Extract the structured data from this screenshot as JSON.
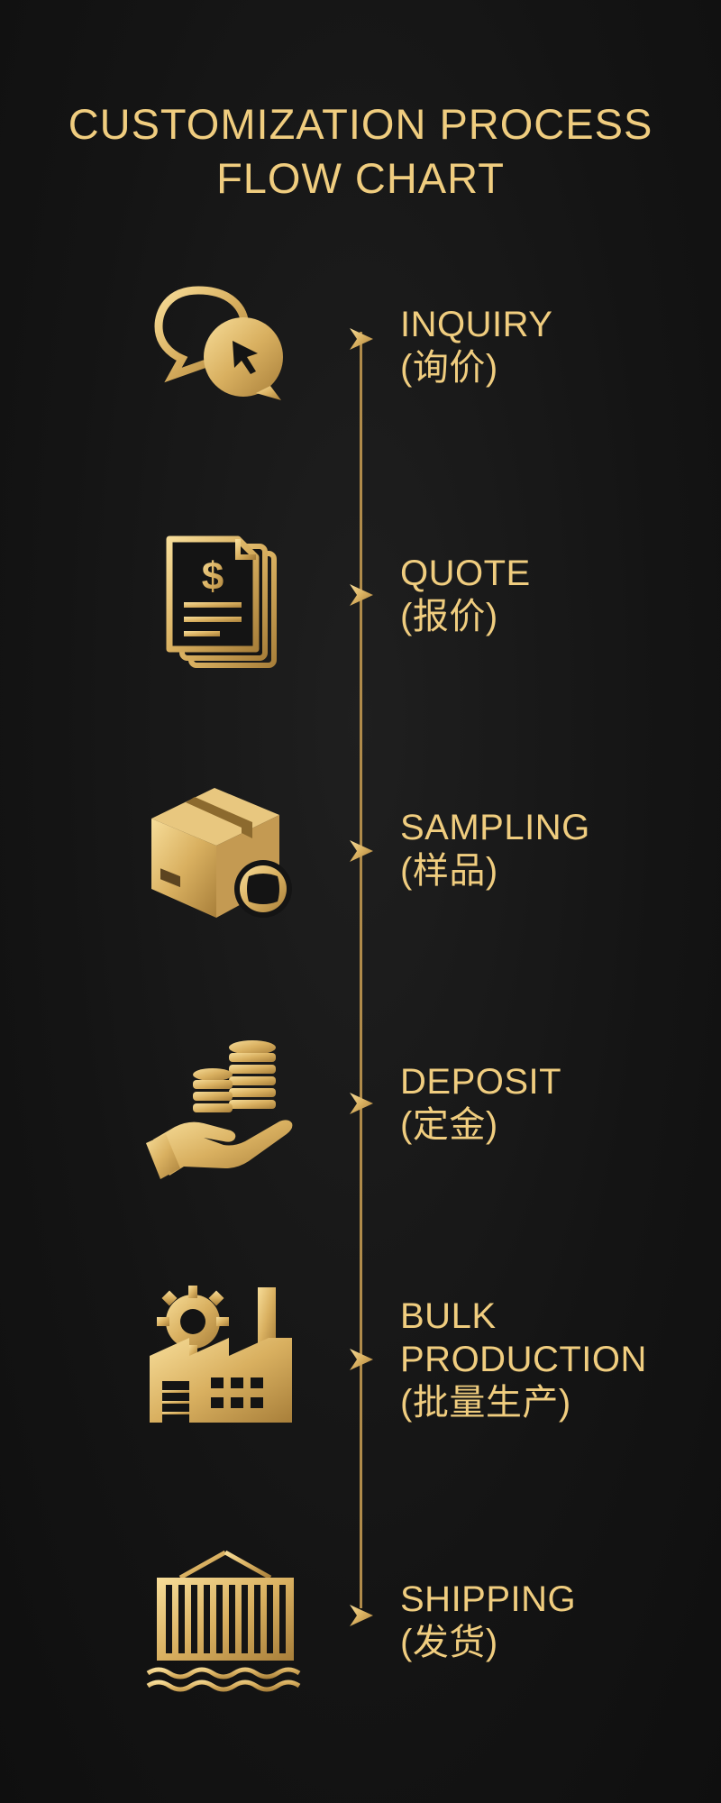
{
  "title": {
    "line1": "CUSTOMIZATION PROCESS",
    "line2": "FLOW CHART"
  },
  "colors": {
    "background": "#141414",
    "gold": "#f0cd7f",
    "gold_dark": "#b08b4a",
    "line": "#b08b4a"
  },
  "steps": [
    {
      "lines": [
        "INQUIRY",
        "(询价)"
      ],
      "icon": "chat-bubbles-cursor-icon"
    },
    {
      "lines": [
        "QUOTE",
        "(报价)"
      ],
      "icon": "quote-document-icon"
    },
    {
      "lines": [
        "SAMPLING",
        "(样品)"
      ],
      "icon": "sample-box-icon"
    },
    {
      "lines": [
        "DEPOSIT",
        "(定金)"
      ],
      "icon": "coins-hand-icon"
    },
    {
      "lines": [
        "BULK",
        "PRODUCTION",
        "(批量生产)"
      ],
      "icon": "factory-icon"
    },
    {
      "lines": [
        "SHIPPING",
        "(发货)"
      ],
      "icon": "shipping-container-icon"
    }
  ]
}
